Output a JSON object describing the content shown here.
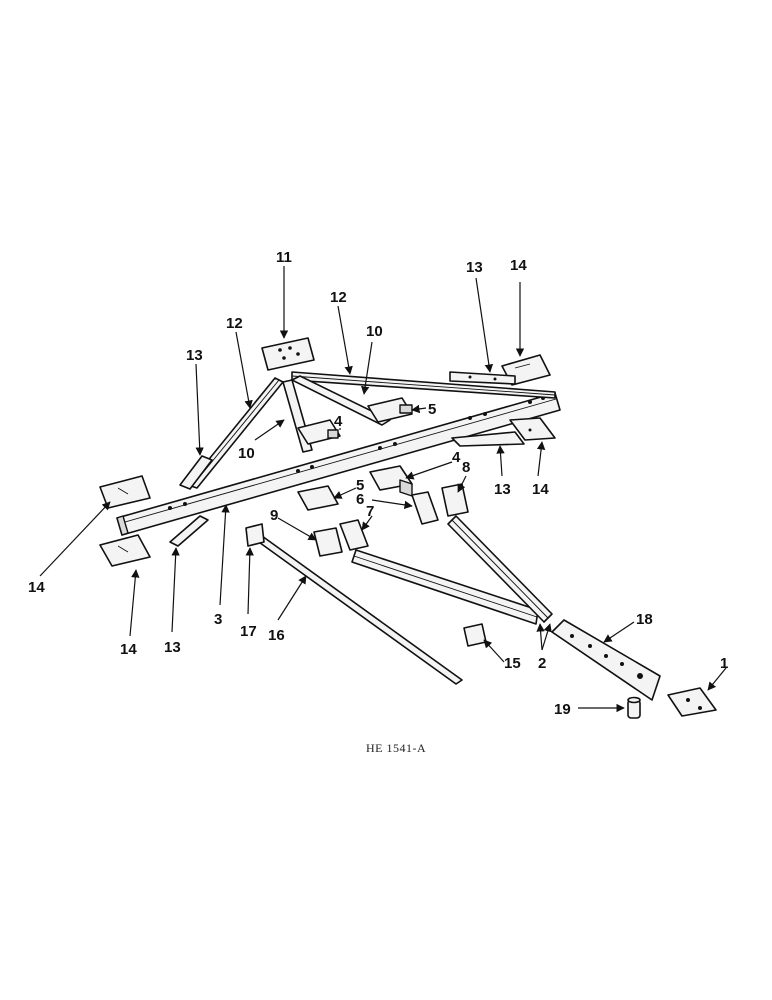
{
  "diagram": {
    "figure_reference": "HE 1541-A",
    "callouts": {
      "c1": "1",
      "c2": "2",
      "c3": "3",
      "c4a": "4",
      "c4b": "4",
      "c5a": "5",
      "c5b": "5",
      "c6": "6",
      "c7": "7",
      "c8": "8",
      "c9": "9",
      "c10a": "10",
      "c10b": "10",
      "c11": "11",
      "c12a": "12",
      "c12b": "12",
      "c13a": "13",
      "c13b": "13",
      "c13c": "13",
      "c13d": "13",
      "c14a": "14",
      "c14b": "14",
      "c14c": "14",
      "c14d": "14",
      "c15": "15",
      "c16": "16",
      "c17": "17",
      "c18": "18",
      "c19": "19"
    }
  }
}
